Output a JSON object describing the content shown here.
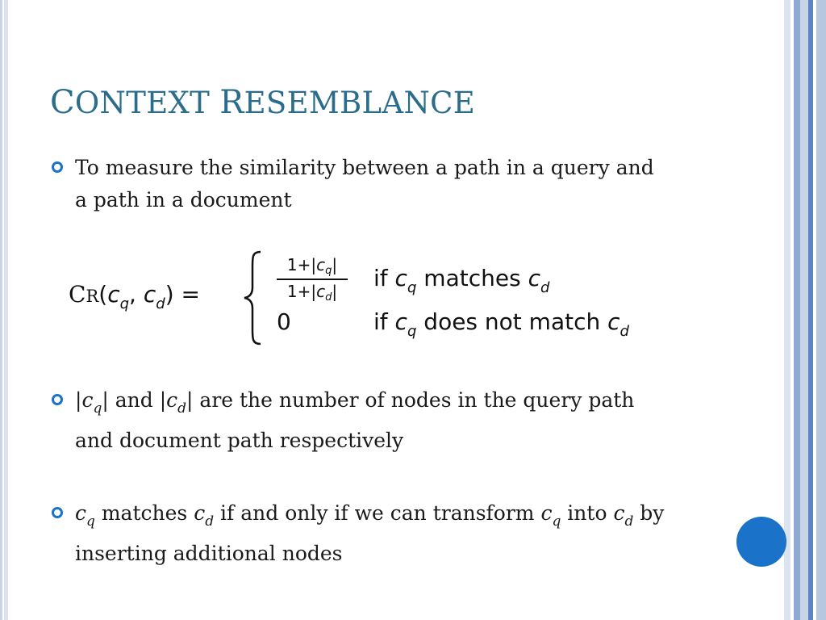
{
  "title": {
    "cap1": "C",
    "rest1": "ONTEXT ",
    "cap2": "R",
    "rest2": "ESEMBLANCE"
  },
  "bullets": [
    {
      "text": "To measure the similarity between a path in a query and a path in a document"
    },
    {
      "bar_open": "|",
      "c": "c",
      "q": "q",
      "bar_close": "|",
      "and": " and ",
      "c2": "c",
      "d": "d",
      "rest": " are the number of nodes in the query path and document path respectively"
    },
    {
      "c": "c",
      "q": "q",
      "matches": " matches ",
      "c2": "c",
      "d": "d",
      "mid": " if and only if we can transform ",
      "c3": "c",
      "q3": "q",
      "into": " into ",
      "c4": "c",
      "d4": "d",
      "end": " by inserting additional nodes"
    }
  ],
  "formula": {
    "cr_c": "C",
    "cr_r": "R",
    "lparen": "(",
    "c1": "c",
    "q1": "q",
    "comma": ", ",
    "c2": "c",
    "d2": "d",
    "rparen": ")",
    "equals": " = ",
    "brace": "{",
    "frac_num_prefix": "1+|",
    "frac_num_c": "c",
    "frac_num_q": "q",
    "frac_num_suffix": "|",
    "frac_den_prefix": "1+|",
    "frac_den_c": "c",
    "frac_den_d": "d",
    "frac_den_suffix": "|",
    "zero": "0",
    "if1": "if ",
    "cq1": "c",
    "q_sub1": "q",
    "matches": " matches ",
    "cd1": "c",
    "d_sub1": "d",
    "if2": "if ",
    "cq2": "c",
    "q_sub2": "q",
    "does_not_match": " does not match ",
    "cd2": "c",
    "d_sub2": "d"
  },
  "colors": {
    "title": "#2a6c8c",
    "bullet_marker": "#1a73c9",
    "accent_dot": "#1a73c9",
    "right_bars": [
      "#dbe3ef",
      "#ffffff",
      "#8fa9d0",
      "#c9d5e6",
      "#5c84c0",
      "#ffffff",
      "#b6c7e0"
    ]
  }
}
